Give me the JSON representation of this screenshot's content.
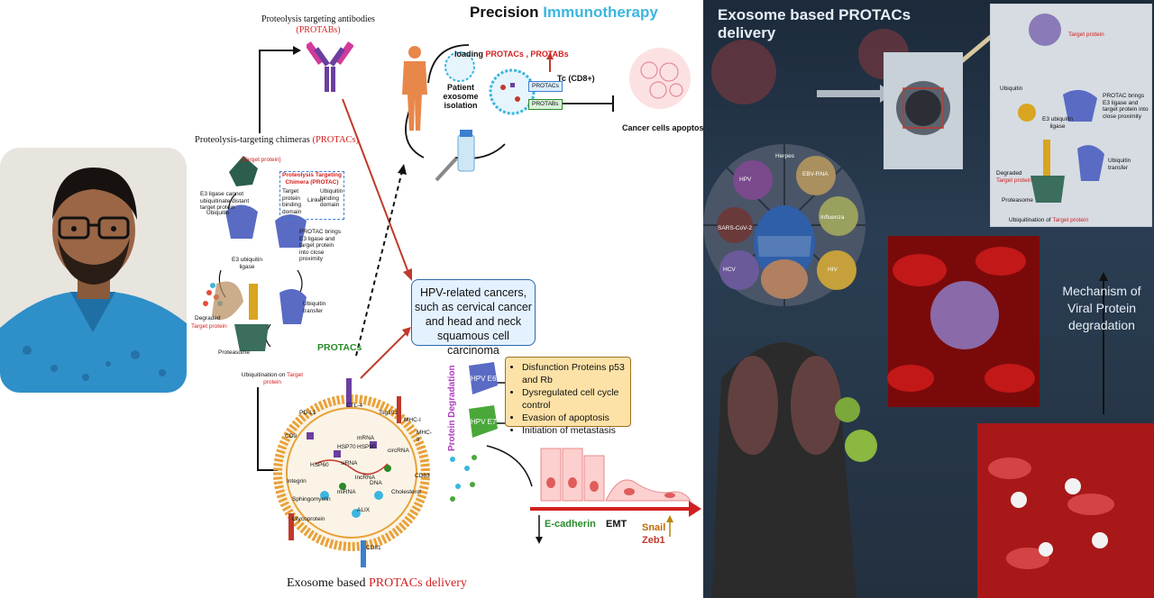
{
  "photo": {
    "alt_description": ""
  },
  "left_diagram": {
    "protabs_label_line1": "Proteolysis targeting antibodies",
    "protabs_label_line2": "(PROTABs)",
    "protacs_label_prefix": "Proteolysis-targeting chimeras ",
    "protacs_label_suffix": "(PROTACs)",
    "target_protein_tag": "[Target protein]",
    "e3_note": "E3 ligase cannot ubiquitinate distant target protein",
    "ubiquitin": "Ubiquitin",
    "e3_ligase": "E3 ubiquitin ligase",
    "protac_box_title": "Proteolysis Targeting Chimera (PROTAC)",
    "target_binding": "Target protein binding domain",
    "linker": "Linker",
    "ubiquitin_binding": "Ubiquitin binding domain",
    "brings_close": "PROTAC brings E3 ligase and target protein into close proximity",
    "ubiquitin_transfer": "Ubiquitin transfer",
    "degraded": "Degraded",
    "target_protein": "Target protein",
    "proteasome": "Proteasome",
    "ubiquitination_prefix": "Ubiquitination on ",
    "ubiquitination_suffix": "Target protein",
    "protacs_green": "PROTACs",
    "exosome_title_prefix": "Exosome based ",
    "exosome_title_suffix": "PROTACs delivery",
    "exosome_labels": [
      "PD-L1",
      "CTL-4",
      "Tsg101",
      "MHC-I",
      "MHC-II",
      "CD9",
      "CD63",
      "HSP70",
      "HSP90",
      "HSP60",
      "siRNA",
      "mRNA",
      "lncRNA",
      "miRNA",
      "DNA",
      "circRNA",
      "Integrin",
      "ALIX",
      "CD81",
      "Cholesterol",
      "Sphingomyelin",
      "Glycoprotein"
    ]
  },
  "immuno": {
    "title_part1": "Precision ",
    "title_part2": "Immunotherapy",
    "loading_prefix": "loading ",
    "loading_red": "PROTACs , PROTABs",
    "patient_exosome": "Patient exosome isolation",
    "protacs_tag": "PROTACs",
    "protabs_tag": "PROTABs",
    "tc": "Tc (CD8+)",
    "apoptosis": "Cancer cells apoptosis"
  },
  "hpv": {
    "box_text": "HPV-related cancers, such as cervical cancer and head and neck squamous cell carcinoma",
    "protein_degradation": "Protein Degradation",
    "e6": "HPV E6",
    "e7": "HPV E7",
    "items": [
      "Disfunction Proteins p53 and Rb",
      "Dysregulated cell cycle control",
      "Evasion of apoptosis",
      "Initiation of metastasis"
    ],
    "ecadherin": "E-cadherin",
    "emt": "EMT",
    "snail": "Snail",
    "zeb1": "Zeb1"
  },
  "right_panel": {
    "title": "Exosome based PROTACs delivery",
    "mechanism": "Mechanism of Viral Protein degradation",
    "wheel_labels": [
      "HPV",
      "EBV-RNA",
      "SARS-CoV-2",
      "Influenza",
      "HCV",
      "HIV",
      "Herpes"
    ],
    "inset": {
      "target": "Target protein",
      "ubiquitin": "Ubiquitin",
      "e3": "E3 ubiquitin ligase",
      "brings": "PROTAC brings E3 ligase and target protein into close proximity",
      "transfer": "Ubiquitin transfer",
      "degraded": "Degraded",
      "target_protein": "Target protein",
      "proteasome": "Proteasome",
      "ubiquitination_prefix": "Ubiquitination of ",
      "ubiquitination_suffix": "Target protein"
    }
  },
  "colors": {
    "red": "#d21f1f",
    "cyan": "#3bb6e0",
    "green": "#2a8a2a",
    "navy": "#1c2a3a"
  }
}
